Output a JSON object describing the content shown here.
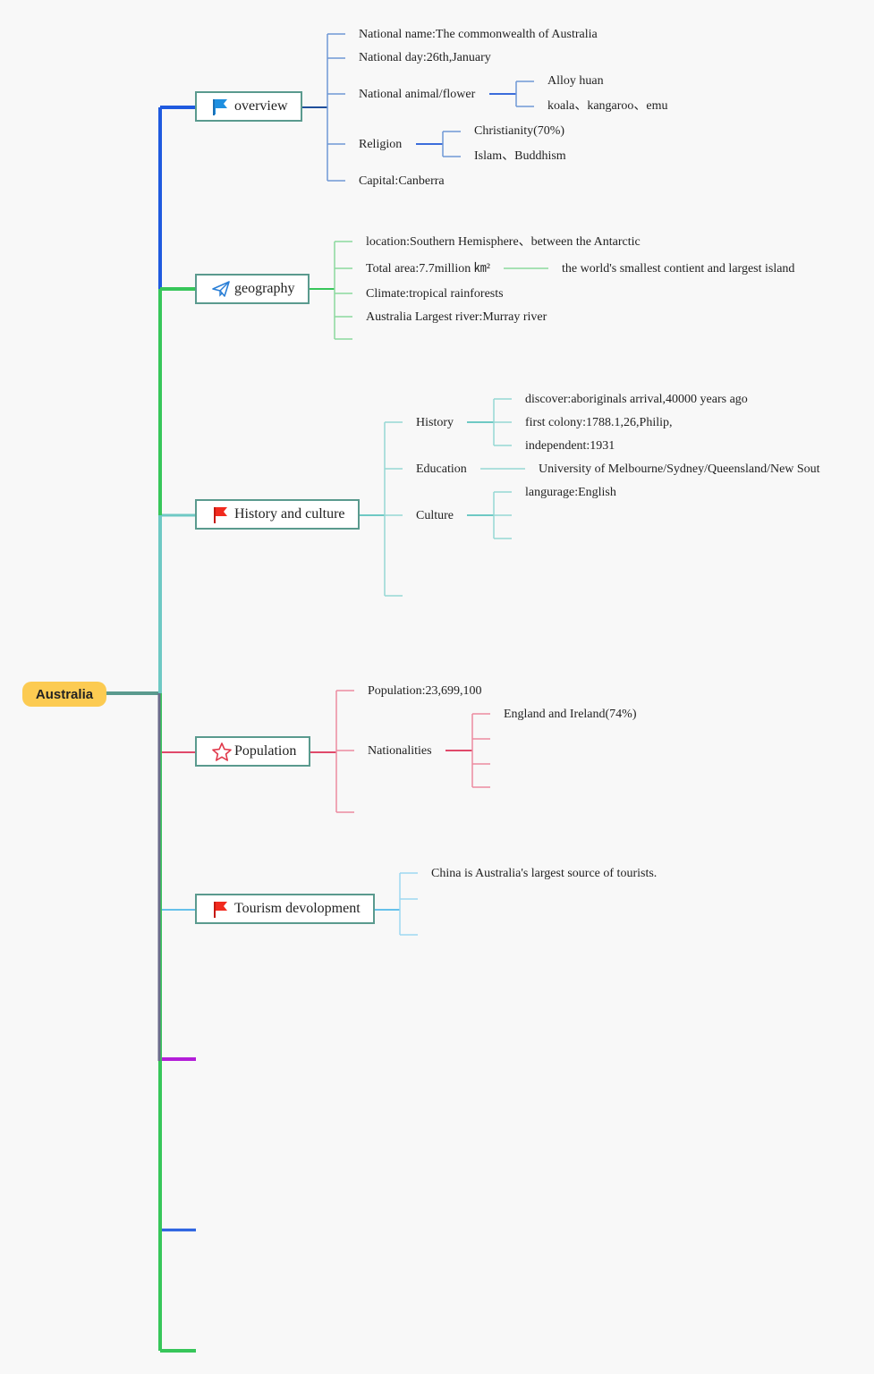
{
  "root": {
    "label": "Australia"
  },
  "colors": {
    "overview": "#1f5adf",
    "geography": "#37c65a",
    "history": "#6ec9c4",
    "population": "#e0496a",
    "tourism": "#66c1ea",
    "extra_purple": "#b31ed8",
    "extra_blue": "#1f5adf",
    "extra_green": "#37c65a"
  },
  "topics": {
    "overview": {
      "label": "overview",
      "icon": "blue-flag-icon",
      "items": {
        "national_name": "National name:The commonwealth of Australia",
        "national_day": "National day:26th,January",
        "animal_flower": "National animal/flower",
        "alloy": "Alloy huan",
        "koala": "koala、kangaroo、emu",
        "religion": "Religion",
        "christianity": "Christianity(70%)",
        "islam": "Islam、Buddhism",
        "capital": "Capital:Canberra"
      }
    },
    "geography": {
      "label": "geography",
      "icon": "paper-plane-icon",
      "items": {
        "location": "location:Southern Hemisphere、between the Antarctic",
        "area": "Total area:7.7million ㎞²",
        "area_note": "the world's smallest contient and largest island",
        "climate": "Climate:tropical rainforests",
        "river": "Australia Largest river:Murray river"
      }
    },
    "history": {
      "label": "History and culture",
      "icon": "red-flag-icon",
      "items": {
        "history": "History",
        "discover": "discover:aboriginals arrival,40000 years ago",
        "colony": "first colony:1788.1,26,Philip,",
        "independent": "independent:1931",
        "education": "Education",
        "university": "University of Melbourne/Sydney/Queensland/New Sout",
        "culture": "Culture",
        "language": "langurage:English"
      }
    },
    "population": {
      "label": "Population",
      "icon": "star-icon",
      "items": {
        "population": "Population:23,699,100",
        "nationalities": "Nationalities",
        "england": "England and Ireland(74%)"
      }
    },
    "tourism": {
      "label": "Tourism devolopment",
      "icon": "red-flag-icon",
      "items": {
        "china": "China is Australia's largest source of tourists."
      }
    }
  }
}
